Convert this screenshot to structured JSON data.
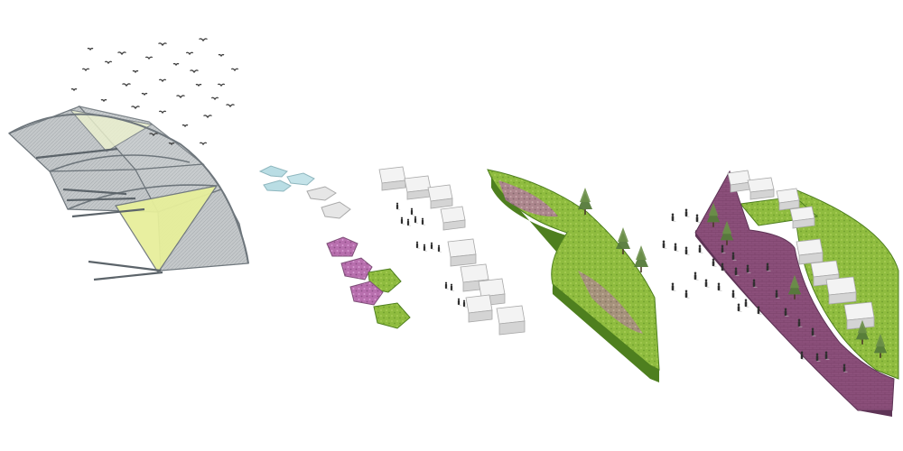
{
  "diagram": {
    "colors": {
      "background": "#ffffff",
      "canopy_mesh": "#bfc3c6",
      "canopy_frame": "#6e767c",
      "canopy_accent": "#e7ef9b",
      "water": "#b9dde4",
      "stone": "#e6e6e6",
      "stone_edge": "#a9a9a9",
      "meadow_green": "#8fbc3f",
      "meadow_dark": "#4e7f1f",
      "flowers": "#b86fae",
      "paving": "#8b4f7a",
      "paving_edge": "#5e3456",
      "figure": "#2f2f2f",
      "tree": "#557a3a"
    },
    "icons": [
      "bird-icon",
      "person-icon",
      "tree-icon"
    ],
    "layers": [
      {
        "id": "canopy-structure"
      },
      {
        "id": "planters-and-pools"
      },
      {
        "id": "seating-blocks-and-people"
      },
      {
        "id": "green-meadow-strip"
      },
      {
        "id": "plaza-promenade"
      }
    ]
  }
}
